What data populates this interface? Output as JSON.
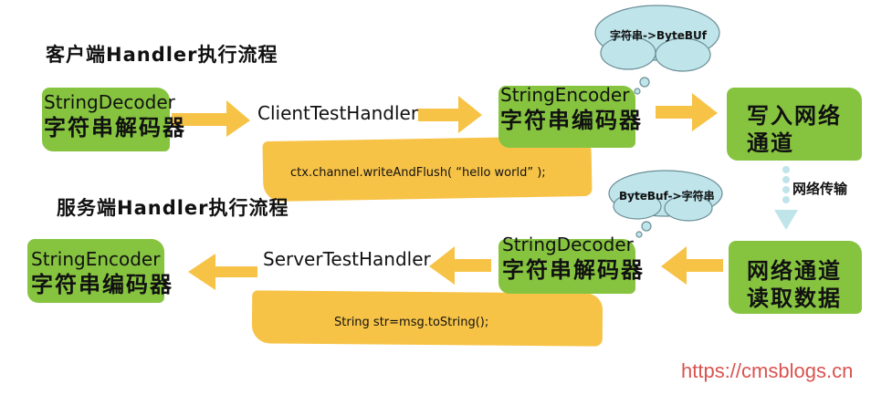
{
  "client": {
    "title": "客户端Handler执行流程",
    "decoder": {
      "en": "StringDecoder",
      "cn": "字符串解码器"
    },
    "handler": {
      "en": "ClientTestHandler"
    },
    "encoder": {
      "en": "StringEncoder",
      "cn": "字符串编码器"
    },
    "write": {
      "cn1": "写入网络",
      "cn2": "通道"
    },
    "code": "ctx.channel.writeAndFlush( “hello world” );",
    "cloud": "字符串->ByteBUf"
  },
  "transfer_label": "网络传输",
  "server": {
    "title": "服务端Handler执行流程",
    "encoder": {
      "en": "StringEncoder",
      "cn": "字符串编码器"
    },
    "handler": {
      "en": "ServerTestHandler"
    },
    "decoder": {
      "en": "StringDecoder",
      "cn": "字符串解码器"
    },
    "read": {
      "cn1": "网络通道",
      "cn2": "读取数据"
    },
    "code": "String str=msg.toString();",
    "cloud": "ByteBuf->字符串"
  },
  "watermark": "https://cmsblogs.cn",
  "colors": {
    "green": "#86c440",
    "yellow": "#f7c347",
    "cloud": "#bfe4ea",
    "watermark": "#d9534f"
  }
}
